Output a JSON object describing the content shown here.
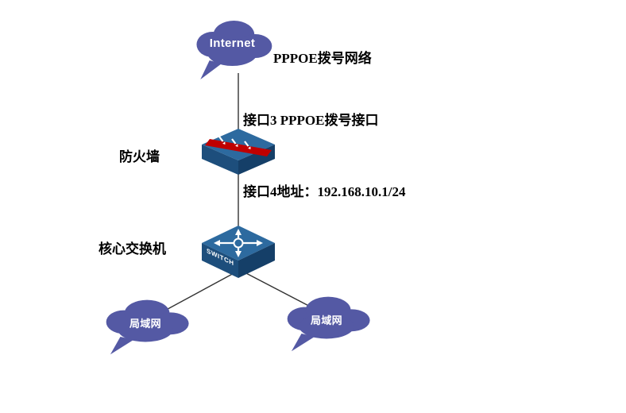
{
  "nodes": {
    "internet": {
      "label": "Internet"
    },
    "firewall": {
      "label": "防火墙"
    },
    "core_switch": {
      "label": "核心交换机",
      "device_text": "SWITCH"
    },
    "lan_left": {
      "label": "局域网"
    },
    "lan_right": {
      "label": "局域网"
    }
  },
  "annotations": {
    "pppoe_network": "PPPOE拨号网络",
    "interface3": "接口3 PPPOE拨号接口",
    "interface4": "接口4地址：192.168.10.1/24"
  },
  "colors": {
    "cloud": "#5459a4",
    "device-top": "#2d6a9f",
    "device-left": "#1d4e7c",
    "device-right": "#153f68",
    "stripe": "#c00000",
    "line": "#333333",
    "text": "#000000"
  }
}
